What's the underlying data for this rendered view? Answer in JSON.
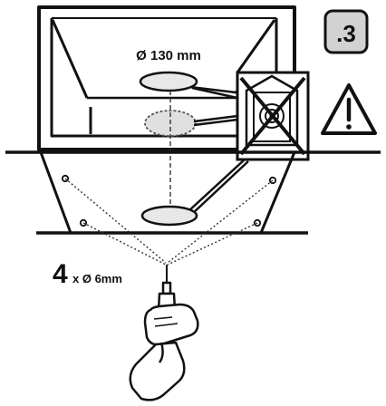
{
  "diagram": {
    "step_badge": ".3",
    "hole_diameter_label": "Ø 130 mm",
    "drill_count": "4",
    "drill_size_label": "x Ø 6mm"
  },
  "colors": {
    "line": "#111111",
    "hole_fill": "#e8e8e8",
    "badge_fill": "#d2d2d2",
    "background": "#ffffff"
  },
  "icons": [
    "warning-triangle-icon",
    "no-chimney-flue-icon",
    "drill-icon",
    "step-badge"
  ]
}
